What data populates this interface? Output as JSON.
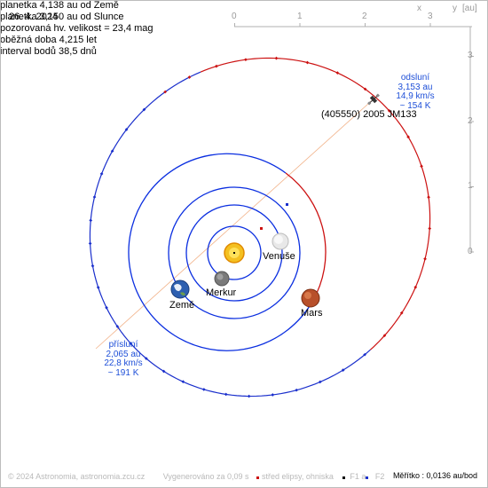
{
  "date": "26. 4. 2024",
  "info_lines": [
    "planetka 4,138 au od Země",
    "planetka 3,150 au od Slunce",
    "pozorovaná hv. velikost = 23,4 mag",
    "oběžná doba 4,215 let",
    "interval bodů 38,5 dnů"
  ],
  "axes": {
    "x_ticks": [
      "0",
      "1",
      "2",
      "3"
    ],
    "y_ticks": [
      "3",
      "2",
      "1",
      "0"
    ],
    "x_label": "x",
    "y_label": "y",
    "unit": "[au]"
  },
  "asteroid_name": "(405550) 2005 JM133",
  "aphelion": {
    "title": "odsluní",
    "dist": "3,153 au",
    "speed": "14,9 km/s",
    "temp": "~ 154 K"
  },
  "perihelion": {
    "title": "přísluní",
    "dist": "2,065 au",
    "speed": "22,8 km/s",
    "temp": "~ 191 K"
  },
  "planets": {
    "venus": "Venuše",
    "mercury": "Merkur",
    "earth": "Země",
    "mars": "Mars"
  },
  "footer": {
    "copyright": "© 2024 Astronomia, astronomia.zcu.cz",
    "generated": "Vygenerováno za 0,09 s",
    "legend_center": "střed elipsy, ohniska",
    "legend_f1": "F1 a",
    "legend_f2": "F2",
    "scale": "Měřítko : 0,0136 au/bod"
  },
  "colors": {
    "asteroid_orbit_near": "#cc1111",
    "asteroid_orbit_far": "#1a2fcc",
    "planet_orbit": "#0a2ee0",
    "apsis_line": "#f0a070",
    "axis_gray": "#a8a8a8",
    "note_blue": "#1e4fd8"
  }
}
